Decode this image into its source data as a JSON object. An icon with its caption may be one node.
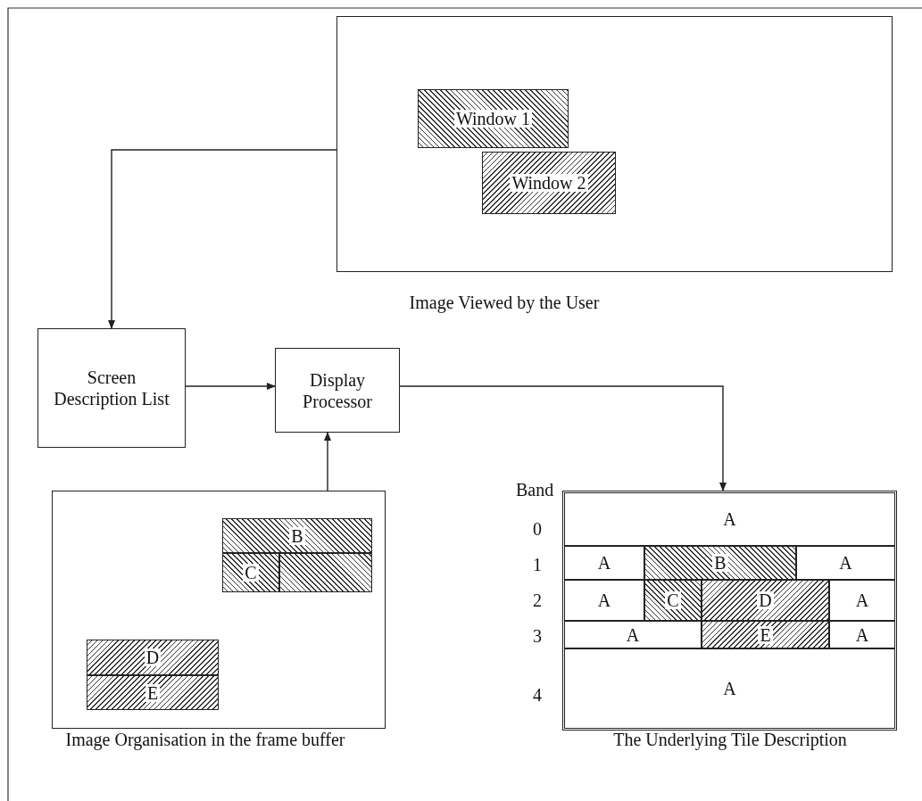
{
  "diagram": {
    "nodes": [
      {
        "text": [
          "Image Viewed by the User"
        ]
      },
      {
        "text": [
          "Window 1"
        ],
        "in": 0
      },
      {
        "text": [
          "Window 2"
        ],
        "in": 0
      },
      {
        "text": [
          "Screen Description List"
        ]
      },
      {
        "text": [
          "Display Processor"
        ]
      },
      {
        "text": [
          "Image Organisation in the frame buffer"
        ]
      },
      {
        "text": [
          "B"
        ],
        "in": 5
      },
      {
        "text": [
          "C"
        ],
        "in": 5
      },
      {
        "text": [],
        "shape": "box",
        "in": 5
      },
      {
        "text": [
          "D"
        ],
        "in": 5
      },
      {
        "text": [
          "E"
        ],
        "in": 5
      },
      {
        "text": [
          "The Underlying Tile Description"
        ]
      },
      {
        "text": [
          "A"
        ],
        "in": 11
      },
      {
        "text": [
          "A"
        ],
        "in": 11
      },
      {
        "text": [
          "B"
        ],
        "in": 11
      },
      {
        "text": [
          "A"
        ],
        "in": 11
      },
      {
        "text": [
          "A"
        ],
        "in": 11
      },
      {
        "text": [
          "C"
        ],
        "in": 11
      },
      {
        "text": [
          "D"
        ],
        "in": 11
      },
      {
        "text": [
          "A"
        ],
        "in": 11
      },
      {
        "text": [
          "A"
        ],
        "in": 11
      },
      {
        "text": [
          "E"
        ],
        "in": 11
      },
      {
        "text": [
          "A"
        ],
        "in": 11
      },
      {
        "text": [
          "A"
        ],
        "in": 11
      }
    ],
    "edges": [
      {
        "from": 0,
        "to": 3,
        "arrow": "to"
      },
      {
        "from": 3,
        "to": 4,
        "arrow": "to"
      },
      {
        "from": 5,
        "to": 4,
        "arrow": "to"
      },
      {
        "from": 4,
        "to": 11,
        "arrow": "to"
      }
    ],
    "labels": [
      "Band",
      "0",
      "1",
      "2",
      "3",
      "4"
    ]
  }
}
